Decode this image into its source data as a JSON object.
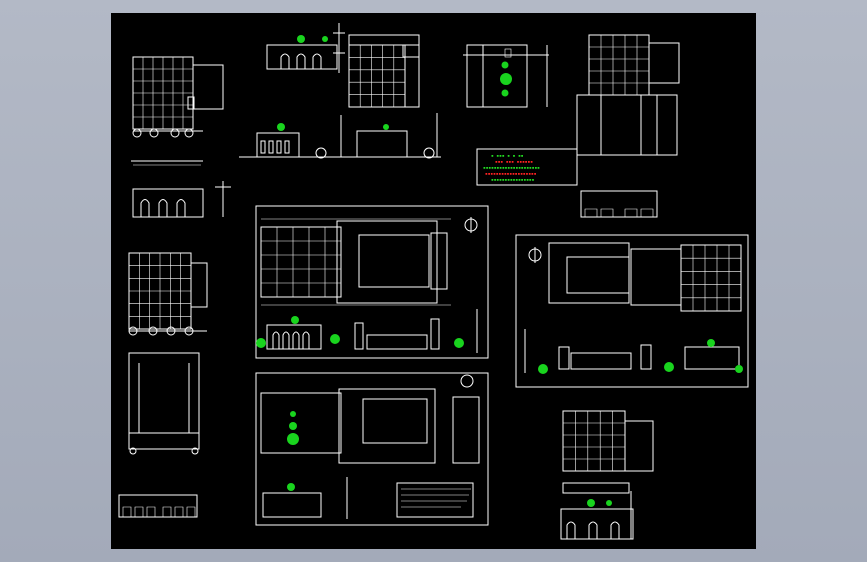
{
  "colors": {
    "outer_bg": "#aab1bf",
    "canvas_bg": "#000000",
    "line": "#ffffff",
    "accent_green": "#19d41e",
    "note_red": "#ff2222",
    "note_green": "#22dd22"
  },
  "icons": [
    "north-arrow-icon",
    "tree-symbol",
    "dome-symbol",
    "column-symbol"
  ],
  "drawing": {
    "sheets": [
      {
        "name": "top-left-plan"
      },
      {
        "name": "top-left-elevation"
      },
      {
        "name": "top-center-elevation"
      },
      {
        "name": "top-center-plan"
      },
      {
        "name": "top-mid-section"
      },
      {
        "name": "legend-box"
      },
      {
        "name": "top-right-plan"
      },
      {
        "name": "center-plan-sheet"
      },
      {
        "name": "right-plan-sheet"
      },
      {
        "name": "lower-center-sheet"
      },
      {
        "name": "left-column-plan"
      },
      {
        "name": "bottom-left-elevation"
      },
      {
        "name": "bottom-right-plan"
      }
    ]
  }
}
